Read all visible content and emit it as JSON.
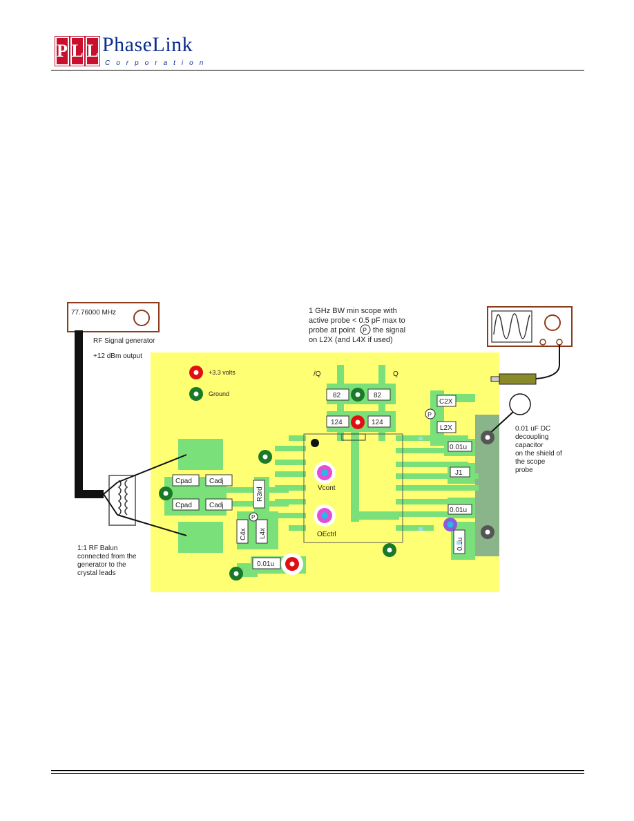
{
  "header": {
    "logo_letters": [
      "P",
      "L",
      "L"
    ],
    "company_name": "PhaseLink",
    "company_sub": "Corporation"
  },
  "diagram": {
    "signal_generator": {
      "frequency": "77.76000  MHz",
      "label": "RF Signal generator",
      "output": "+12 dBm output"
    },
    "scope_note": {
      "line1": "1 GHz BW min scope with",
      "line2": "active probe < 0.5 pF max to",
      "line3_pre": "probe at point",
      "line3_post": "the signal",
      "line4": "on L2X (and L4X if used)",
      "point_symbol": "P"
    },
    "legend": {
      "power": "+3.3 volts",
      "ground": "Ground"
    },
    "balun": {
      "line1": "1:1 RF Balun",
      "line2": "connected from the",
      "line3": "generator to the",
      "line4": "crystal leads"
    },
    "decoupling_note": {
      "line1": "0.01 uF DC",
      "line2": "decoupling",
      "line3": "capacitor",
      "line4": "on the shield of",
      "line5": "the scope",
      "line6": "probe"
    },
    "components": {
      "cpad_top": "Cpad",
      "cpad_bot": "Cpad",
      "cadj_top": "Cadj",
      "cadj_bot": "Cadj",
      "r3rd": "R3rd",
      "c4x": "C4x",
      "l4x": "L4x",
      "cap_bottom": "0.01u",
      "r82_left": "82",
      "r82_right": "82",
      "r124_left": "124",
      "r124_right": "124",
      "c2x": "C2X",
      "l2x": "L2X",
      "cap_right_top": "0.01u",
      "j1": "J1",
      "cap_right_mid": "0.01u",
      "cap_right_vert": "0.1u",
      "qbar": "/Q",
      "q": "Q",
      "vcont": "Vcont",
      "oectrl": "OEctrl"
    },
    "colors": {
      "board": "#ffff73",
      "trace": "#7ae07a",
      "power_pad": "#e01010",
      "ground_pad": "#1a7a2a",
      "via": "#e050d0",
      "via_center": "#27b7e8"
    }
  }
}
